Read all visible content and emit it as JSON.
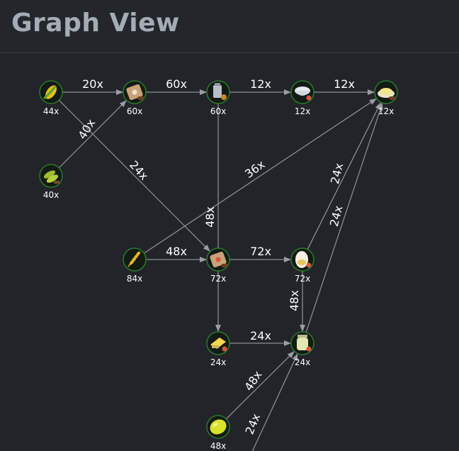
{
  "header": {
    "title": "Graph View"
  },
  "nodes": [
    {
      "id": "corn",
      "icon": "corn-icon",
      "count": "44x",
      "color": "#e2c11f"
    },
    {
      "id": "feed-mill",
      "icon": "feed-mill-icon",
      "count": "60x",
      "color": "#c9a27a"
    },
    {
      "id": "dairy",
      "icon": "dairy-machine-icon",
      "count": "60x",
      "color": "#b9bfc7"
    },
    {
      "id": "bowl",
      "icon": "bowl-icon",
      "count": "12x",
      "color": "#e6e9ee"
    },
    {
      "id": "pudding",
      "icon": "pudding-icon",
      "count": "12x",
      "color": "#f1e58a"
    },
    {
      "id": "soybean",
      "icon": "soybean-icon",
      "count": "40x",
      "color": "#9cbb2e"
    },
    {
      "id": "wheat",
      "icon": "wheat-icon",
      "count": "84x",
      "color": "#e7b520"
    },
    {
      "id": "chicken-feed",
      "icon": "chicken-feed-icon",
      "count": "72x",
      "color": "#c9a27a"
    },
    {
      "id": "egg",
      "icon": "egg-icon",
      "count": "72x",
      "color": "#f4efe0"
    },
    {
      "id": "butter",
      "icon": "butter-icon",
      "count": "24x",
      "color": "#f6d64a"
    },
    {
      "id": "jar",
      "icon": "jar-icon",
      "count": "24x",
      "color": "#e4e7b0"
    },
    {
      "id": "lemon",
      "icon": "lemon-icon",
      "count": "48x",
      "color": "#d9e22a"
    }
  ],
  "edges": [
    {
      "from": "corn",
      "to": "feed-mill",
      "label": "20x"
    },
    {
      "from": "feed-mill",
      "to": "dairy",
      "label": "60x"
    },
    {
      "from": "dairy",
      "to": "bowl",
      "label": "12x"
    },
    {
      "from": "bowl",
      "to": "pudding",
      "label": "12x"
    },
    {
      "from": "soybean",
      "to": "feed-mill",
      "label": "40x"
    },
    {
      "from": "corn",
      "to": "chicken-feed",
      "label": "24x"
    },
    {
      "from": "wheat",
      "to": "pudding",
      "label": "36x"
    },
    {
      "from": "dairy",
      "to": "butter",
      "label": "48x"
    },
    {
      "from": "wheat",
      "to": "chicken-feed",
      "label": "48x"
    },
    {
      "from": "chicken-feed",
      "to": "egg",
      "label": "72x"
    },
    {
      "from": "egg",
      "to": "pudding",
      "label": "24x"
    },
    {
      "from": "jar",
      "to": "pudding",
      "label": "24x"
    },
    {
      "from": "egg",
      "to": "jar",
      "label": "48x"
    },
    {
      "from": "butter",
      "to": "jar",
      "label": "24x"
    },
    {
      "from": "lemon",
      "to": "jar",
      "label": "48x"
    },
    {
      "from": "offscreen",
      "to": "jar",
      "label": "24x"
    }
  ]
}
